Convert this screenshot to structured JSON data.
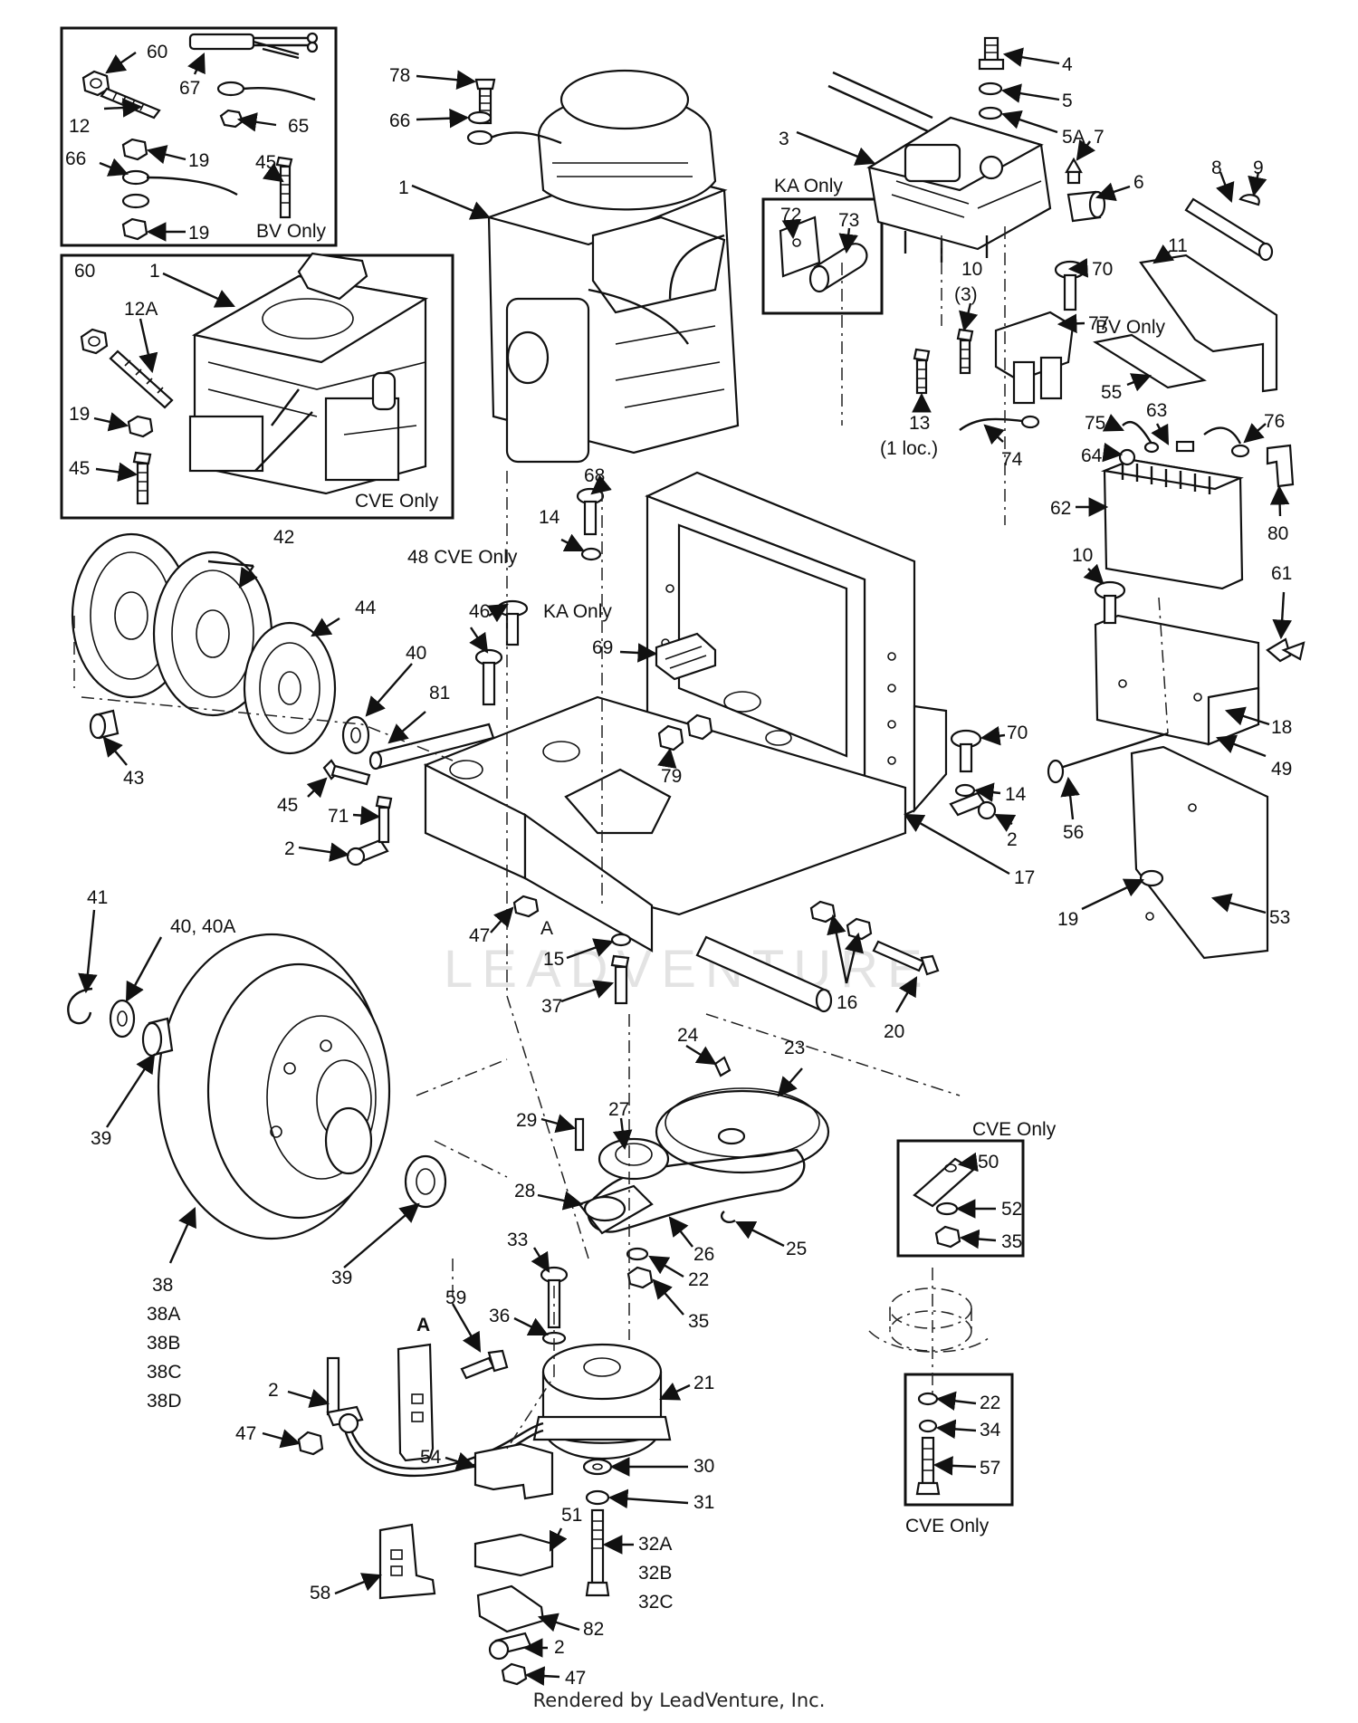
{
  "footer": "Rendered by LeadVenture, Inc.",
  "watermark": "LEADVENTURE",
  "notes": {
    "bv_only_top": "BV Only",
    "cve_only_engine": "CVE Only",
    "ka_only_top": "KA Only",
    "bv_only_right": "BV Only",
    "cve_48": "48 CVE Only",
    "ka_only_mid": "KA Only",
    "cve_only_right_top": "CVE Only",
    "cve_only_right_bottom": "CVE Only",
    "one_loc": "(1 loc.)",
    "qty_three": "(3)",
    "view_a_1": "A",
    "view_a_2": "A"
  },
  "callouts": [
    {
      "id": "c60a",
      "text": "60"
    },
    {
      "id": "c67",
      "text": "67"
    },
    {
      "id": "c12",
      "text": "12"
    },
    {
      "id": "c65",
      "text": "65"
    },
    {
      "id": "c66a",
      "text": "66"
    },
    {
      "id": "c19a",
      "text": "19"
    },
    {
      "id": "c45a",
      "text": "45"
    },
    {
      "id": "c19b",
      "text": "19"
    },
    {
      "id": "c60b",
      "text": "60"
    },
    {
      "id": "c1a",
      "text": "1"
    },
    {
      "id": "c12A",
      "text": "12A"
    },
    {
      "id": "c19c",
      "text": "19"
    },
    {
      "id": "c45b",
      "text": "45"
    },
    {
      "id": "c78",
      "text": "78"
    },
    {
      "id": "c66b",
      "text": "66"
    },
    {
      "id": "c1b",
      "text": "1"
    },
    {
      "id": "c4",
      "text": "4"
    },
    {
      "id": "c5",
      "text": "5"
    },
    {
      "id": "c5A",
      "text": "5A"
    },
    {
      "id": "c3",
      "text": "3"
    },
    {
      "id": "c7",
      "text": "7"
    },
    {
      "id": "c6",
      "text": "6"
    },
    {
      "id": "c8",
      "text": "8"
    },
    {
      "id": "c9",
      "text": "9"
    },
    {
      "id": "c72",
      "text": "72"
    },
    {
      "id": "c73",
      "text": "73"
    },
    {
      "id": "c10a",
      "text": "10"
    },
    {
      "id": "c70a",
      "text": "70"
    },
    {
      "id": "c77",
      "text": "77"
    },
    {
      "id": "c11",
      "text": "11"
    },
    {
      "id": "c55",
      "text": "55"
    },
    {
      "id": "c13",
      "text": "13"
    },
    {
      "id": "c74",
      "text": "74"
    },
    {
      "id": "c75",
      "text": "75"
    },
    {
      "id": "c63",
      "text": "63"
    },
    {
      "id": "c76",
      "text": "76"
    },
    {
      "id": "c64",
      "text": "64"
    },
    {
      "id": "c62",
      "text": "62"
    },
    {
      "id": "c80",
      "text": "80"
    },
    {
      "id": "c10b",
      "text": "10"
    },
    {
      "id": "c61",
      "text": "61"
    },
    {
      "id": "c68",
      "text": "68"
    },
    {
      "id": "c14a",
      "text": "14"
    },
    {
      "id": "c42",
      "text": "42"
    },
    {
      "id": "c44",
      "text": "44"
    },
    {
      "id": "c46",
      "text": "46"
    },
    {
      "id": "c69",
      "text": "69"
    },
    {
      "id": "c40a",
      "text": "40"
    },
    {
      "id": "c81",
      "text": "81"
    },
    {
      "id": "c79",
      "text": "79"
    },
    {
      "id": "c43",
      "text": "43"
    },
    {
      "id": "c45c",
      "text": "45"
    },
    {
      "id": "c71",
      "text": "71"
    },
    {
      "id": "c2a",
      "text": "2"
    },
    {
      "id": "c70b",
      "text": "70"
    },
    {
      "id": "c14b",
      "text": "14"
    },
    {
      "id": "c2b",
      "text": "2"
    },
    {
      "id": "c56",
      "text": "56"
    },
    {
      "id": "c18",
      "text": "18"
    },
    {
      "id": "c49",
      "text": "49"
    },
    {
      "id": "c17",
      "text": "17"
    },
    {
      "id": "c19d",
      "text": "19"
    },
    {
      "id": "c53",
      "text": "53"
    },
    {
      "id": "c41",
      "text": "41"
    },
    {
      "id": "c40b",
      "text": "40, 40A"
    },
    {
      "id": "c47a",
      "text": "47"
    },
    {
      "id": "c15",
      "text": "15"
    },
    {
      "id": "c37",
      "text": "37"
    },
    {
      "id": "c16",
      "text": "16"
    },
    {
      "id": "c20",
      "text": "20"
    },
    {
      "id": "c39a",
      "text": "39"
    },
    {
      "id": "c24",
      "text": "24"
    },
    {
      "id": "c23",
      "text": "23"
    },
    {
      "id": "c29",
      "text": "29"
    },
    {
      "id": "c27",
      "text": "27"
    },
    {
      "id": "c50",
      "text": "50"
    },
    {
      "id": "c52",
      "text": "52"
    },
    {
      "id": "c35a",
      "text": "35"
    },
    {
      "id": "c28",
      "text": "28"
    },
    {
      "id": "c26",
      "text": "26"
    },
    {
      "id": "c25",
      "text": "25"
    },
    {
      "id": "c39b",
      "text": "39"
    },
    {
      "id": "c38",
      "text": "38"
    },
    {
      "id": "c38A",
      "text": "38A"
    },
    {
      "id": "c38B",
      "text": "38B"
    },
    {
      "id": "c38C",
      "text": "38C"
    },
    {
      "id": "c38D",
      "text": "38D"
    },
    {
      "id": "c33",
      "text": "33"
    },
    {
      "id": "c22a",
      "text": "22"
    },
    {
      "id": "c35b",
      "text": "35"
    },
    {
      "id": "c36",
      "text": "36"
    },
    {
      "id": "c59",
      "text": "59"
    },
    {
      "id": "c21",
      "text": "21"
    },
    {
      "id": "c2c",
      "text": "2"
    },
    {
      "id": "c47b",
      "text": "47"
    },
    {
      "id": "c22b",
      "text": "22"
    },
    {
      "id": "c34",
      "text": "34"
    },
    {
      "id": "c57",
      "text": "57"
    },
    {
      "id": "c30",
      "text": "30"
    },
    {
      "id": "c31",
      "text": "31"
    },
    {
      "id": "c54",
      "text": "54"
    },
    {
      "id": "c51",
      "text": "51"
    },
    {
      "id": "c32A",
      "text": "32A"
    },
    {
      "id": "c32B",
      "text": "32B"
    },
    {
      "id": "c32C",
      "text": "32C"
    },
    {
      "id": "c58",
      "text": "58"
    },
    {
      "id": "c82",
      "text": "82"
    },
    {
      "id": "c2d",
      "text": "2"
    },
    {
      "id": "c47c",
      "text": "47"
    }
  ]
}
